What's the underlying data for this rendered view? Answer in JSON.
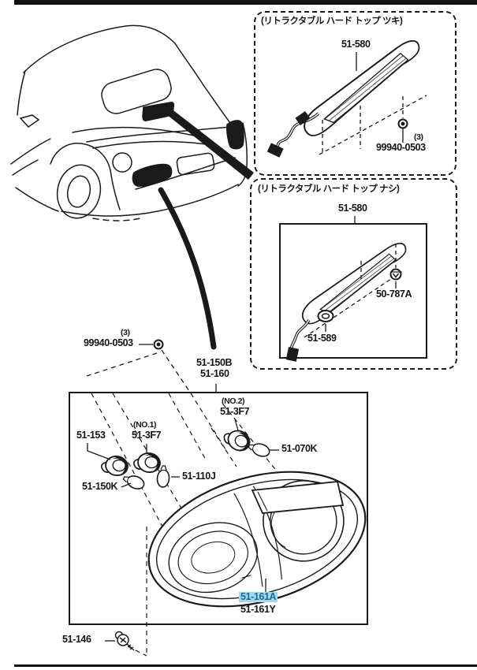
{
  "colors": {
    "ink": "#1a1a1a",
    "highlight_bg": "#a6d8ef",
    "highlight_text": "#19699c"
  },
  "panel_with_hardtop": {
    "header": "(リトラクタブル ハード トップ ツキ)",
    "high_mount_lamp": "51-580",
    "grommet_qty": "(3)",
    "grommet": "99940-0503"
  },
  "panel_without_hardtop": {
    "header": "(リトラクタブル ハード トップ ナシ)",
    "high_mount_lamp": "51-580",
    "clip": "50-787A",
    "grommet": "51-589"
  },
  "main_view": {
    "grommet_qty": "(3)",
    "grommet": "99940-0503",
    "assembly": [
      "51-150B",
      "51-160"
    ],
    "socket_left": "51-153",
    "socket_no1_prefix": "(NO.1)",
    "socket_no1": "51-3F7",
    "socket_no2_prefix": "(NO.2)",
    "socket_no2": "51-3F7",
    "bulb_center": "51-110J",
    "bulb_left": "51-150K",
    "bulb_right": "51-070K",
    "lens_selected": "51-161A",
    "lens_alt": "51-161Y",
    "screw": "51-146"
  }
}
